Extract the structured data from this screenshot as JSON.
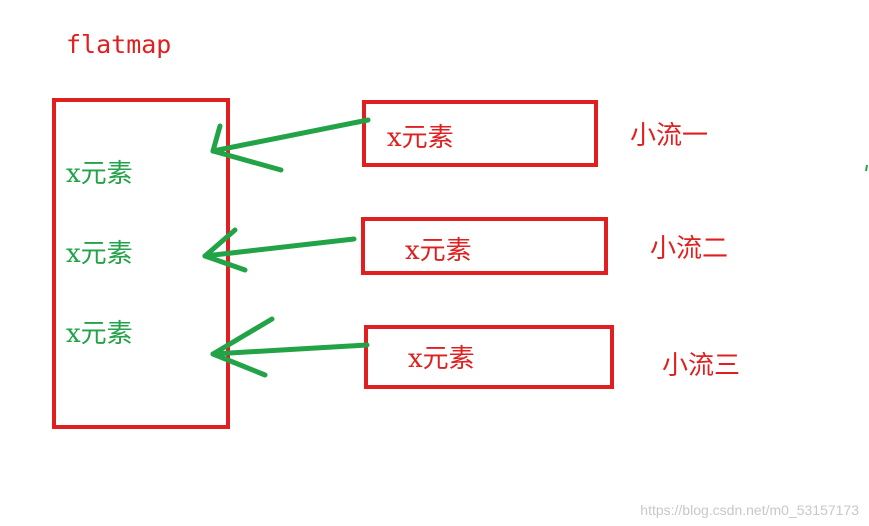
{
  "title": "flatmap",
  "merged_stream": {
    "elements": [
      "x元素",
      "x元素",
      "x元素"
    ]
  },
  "sub_streams": [
    {
      "element": "x元素",
      "label": "小流一"
    },
    {
      "element": "x元素",
      "label": "小流二"
    },
    {
      "element": "x元素",
      "label": "小流三"
    }
  ],
  "colors": {
    "box_border": "#e02020",
    "arrow": "#22a347",
    "merged_text": "#22a347",
    "sub_text": "#e02020"
  },
  "watermark": "https://blog.csdn.net/m0_53157173"
}
